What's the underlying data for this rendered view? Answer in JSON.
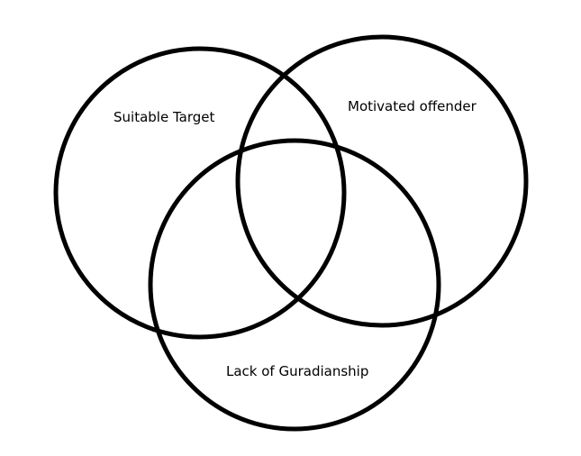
{
  "diagram": {
    "type": "venn",
    "sets": [
      {
        "label": "Suitable Target"
      },
      {
        "label": "Motivated offender"
      },
      {
        "label": "Lack of Guradianship"
      }
    ],
    "colors": {
      "stroke": "#000000",
      "background": "#ffffff"
    }
  }
}
